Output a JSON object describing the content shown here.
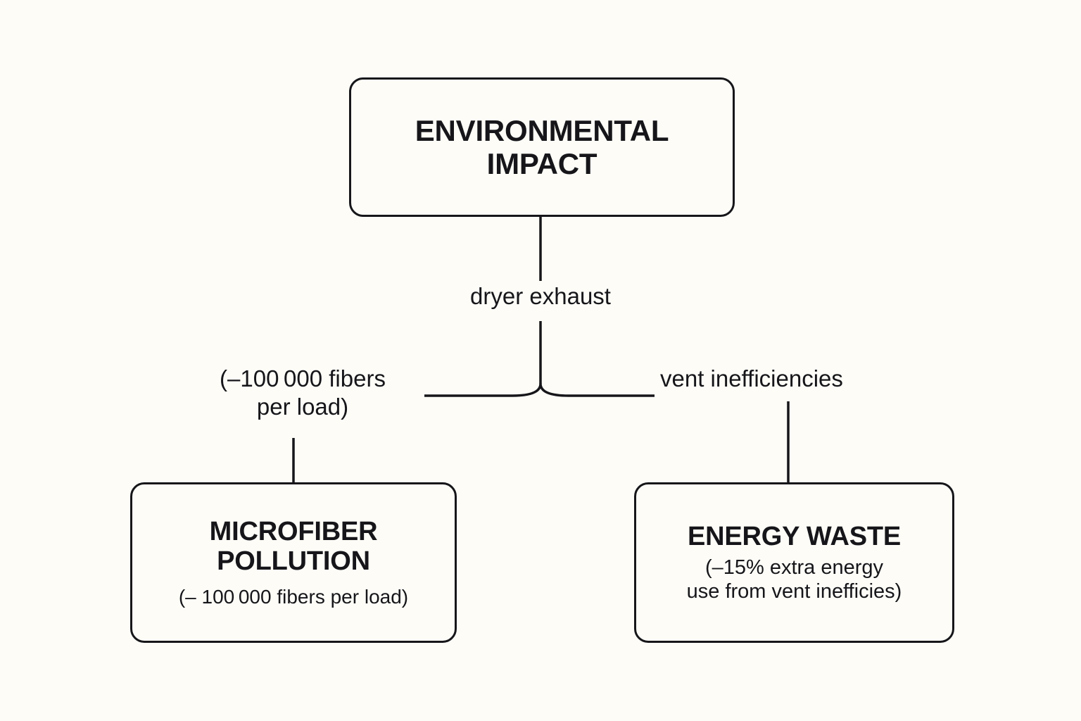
{
  "diagram": {
    "background_color": "#FDFCF7",
    "line_color": "#16161a",
    "nodes": {
      "root": {
        "title": "ENVIRONMENTAL\nIMPACT"
      },
      "microfiber": {
        "title": "MICROFIBER\nPOLLUTION",
        "subtitle": "(– 100 000 fibers per load)"
      },
      "energy": {
        "title": "ENERGY WASTE",
        "subtitle": "(–15% extra energy\nuse from vent inefficies)"
      }
    },
    "edges": {
      "trunk_label": "dryer exhaust",
      "left_label": "(–100 000 fibers\nper load)",
      "right_label": "vent inefficiencies"
    }
  }
}
